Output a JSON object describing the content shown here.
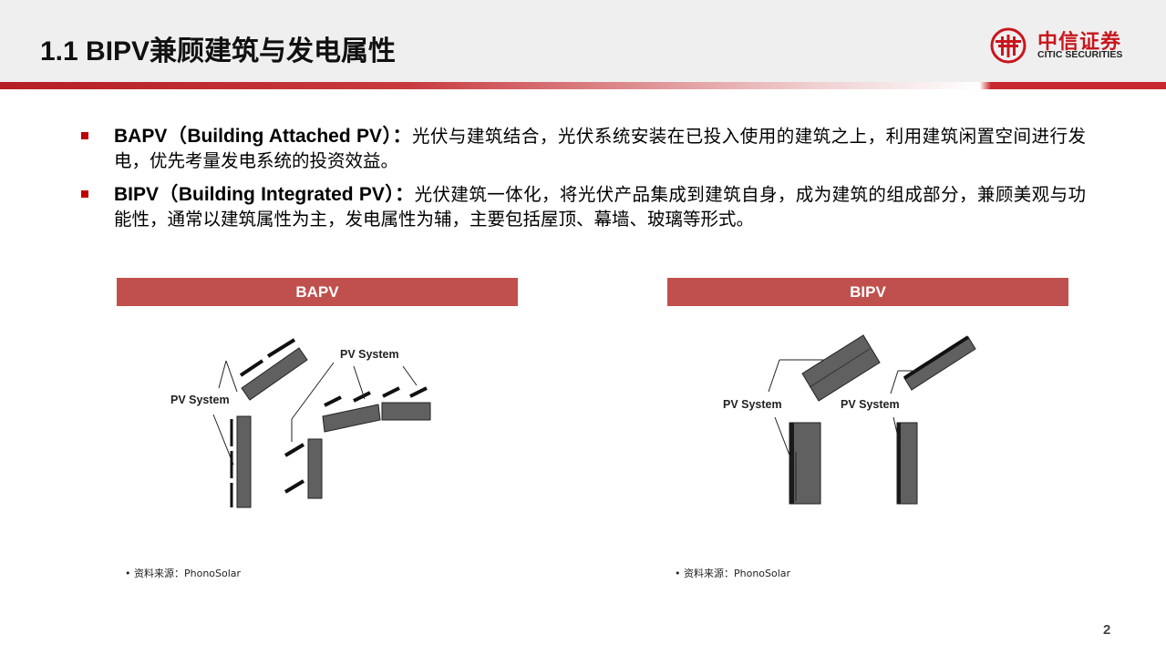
{
  "header": {
    "title": "1.1 BIPV兼顾建筑与发电属性",
    "logo_cn": "中信证券",
    "logo_en": "CITIC SECURITIES"
  },
  "bullets": [
    {
      "term": "BAPV（Building Attached PV）：",
      "text": "光伏与建筑结合，光伏系统安装在已投入使用的建筑之上，利用建筑闲置空间进行发电，优先考量发电系统的投资效益。"
    },
    {
      "term": "BIPV（Building Integrated PV）：",
      "text": "光伏建筑一体化，将光伏产品集成到建筑自身，成为建筑的组成部分，兼顾美观与功能性，通常以建筑属性为主，发电属性为辅，主要包括屋顶、幕墙、玻璃等形式。"
    }
  ],
  "panels": {
    "left": {
      "title": "BAPV",
      "label1": "PV System",
      "label2": "PV System",
      "source": "• 资料来源：PhonoSolar"
    },
    "right": {
      "title": "BIPV",
      "label1": "PV System",
      "label2": "PV System",
      "source": "• 资料来源：PhonoSolar"
    }
  },
  "page_number": "2",
  "colors": {
    "accent_red": "#c8161d",
    "panel_title_bg": "#c0504d",
    "header_bg": "#efefef",
    "component_fill": "#606060"
  }
}
